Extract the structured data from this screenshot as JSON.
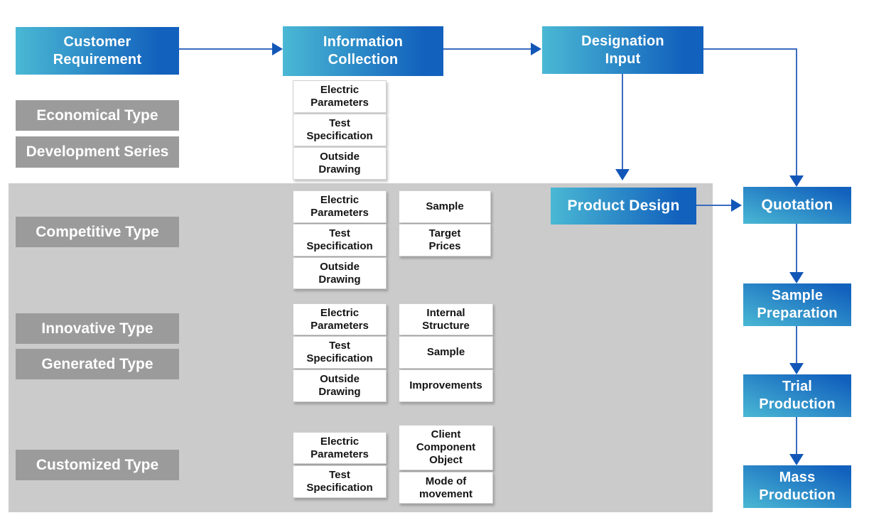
{
  "colors": {
    "gradient_light": "#4ab8d4",
    "gradient_dark": "#1261bd",
    "type_label_gray": "#9b9b9b",
    "panel_gray": "#cbcbcb",
    "connector_blue": "#3a6bbf",
    "arrowhead_blue": "#1257b8",
    "white_box_text": "#141414"
  },
  "flow": {
    "customer_requirement": "Customer\nRequirement",
    "information_collection": "Information\nCollection",
    "designation_input": "Designation\nInput",
    "product_design": "Product Design",
    "quotation": "Quotation",
    "sample_preparation": "Sample\nPreparation",
    "trial_production": "Trial\nProduction",
    "mass_production": "Mass\nProduction"
  },
  "types": {
    "economical": "Economical Type",
    "development": "Development Series",
    "competitive": "Competitive Type",
    "innovative": "Innovative Type",
    "generated": "Generated Type",
    "customized": "Customized Type"
  },
  "info": {
    "top": [
      "Electric\nParameters",
      "Test\nSpecification",
      "Outside\nDrawing"
    ],
    "competitive_col1": [
      "Electric\nParameters",
      "Test\nSpecification",
      "Outside\nDrawing"
    ],
    "competitive_col2": [
      "Sample",
      "Target\nPrices"
    ],
    "innovative_col1": [
      "Electric\nParameters",
      "Test\nSpecification",
      "Outside\nDrawing"
    ],
    "innovative_col2": [
      "Internal\nStructure",
      "Sample",
      "Improvements"
    ],
    "customized_col1": [
      "Electric\nParameters",
      "Test\nSpecification"
    ],
    "customized_col2": [
      "Client\nComponent\nObject",
      "Mode of\nmovement"
    ]
  }
}
